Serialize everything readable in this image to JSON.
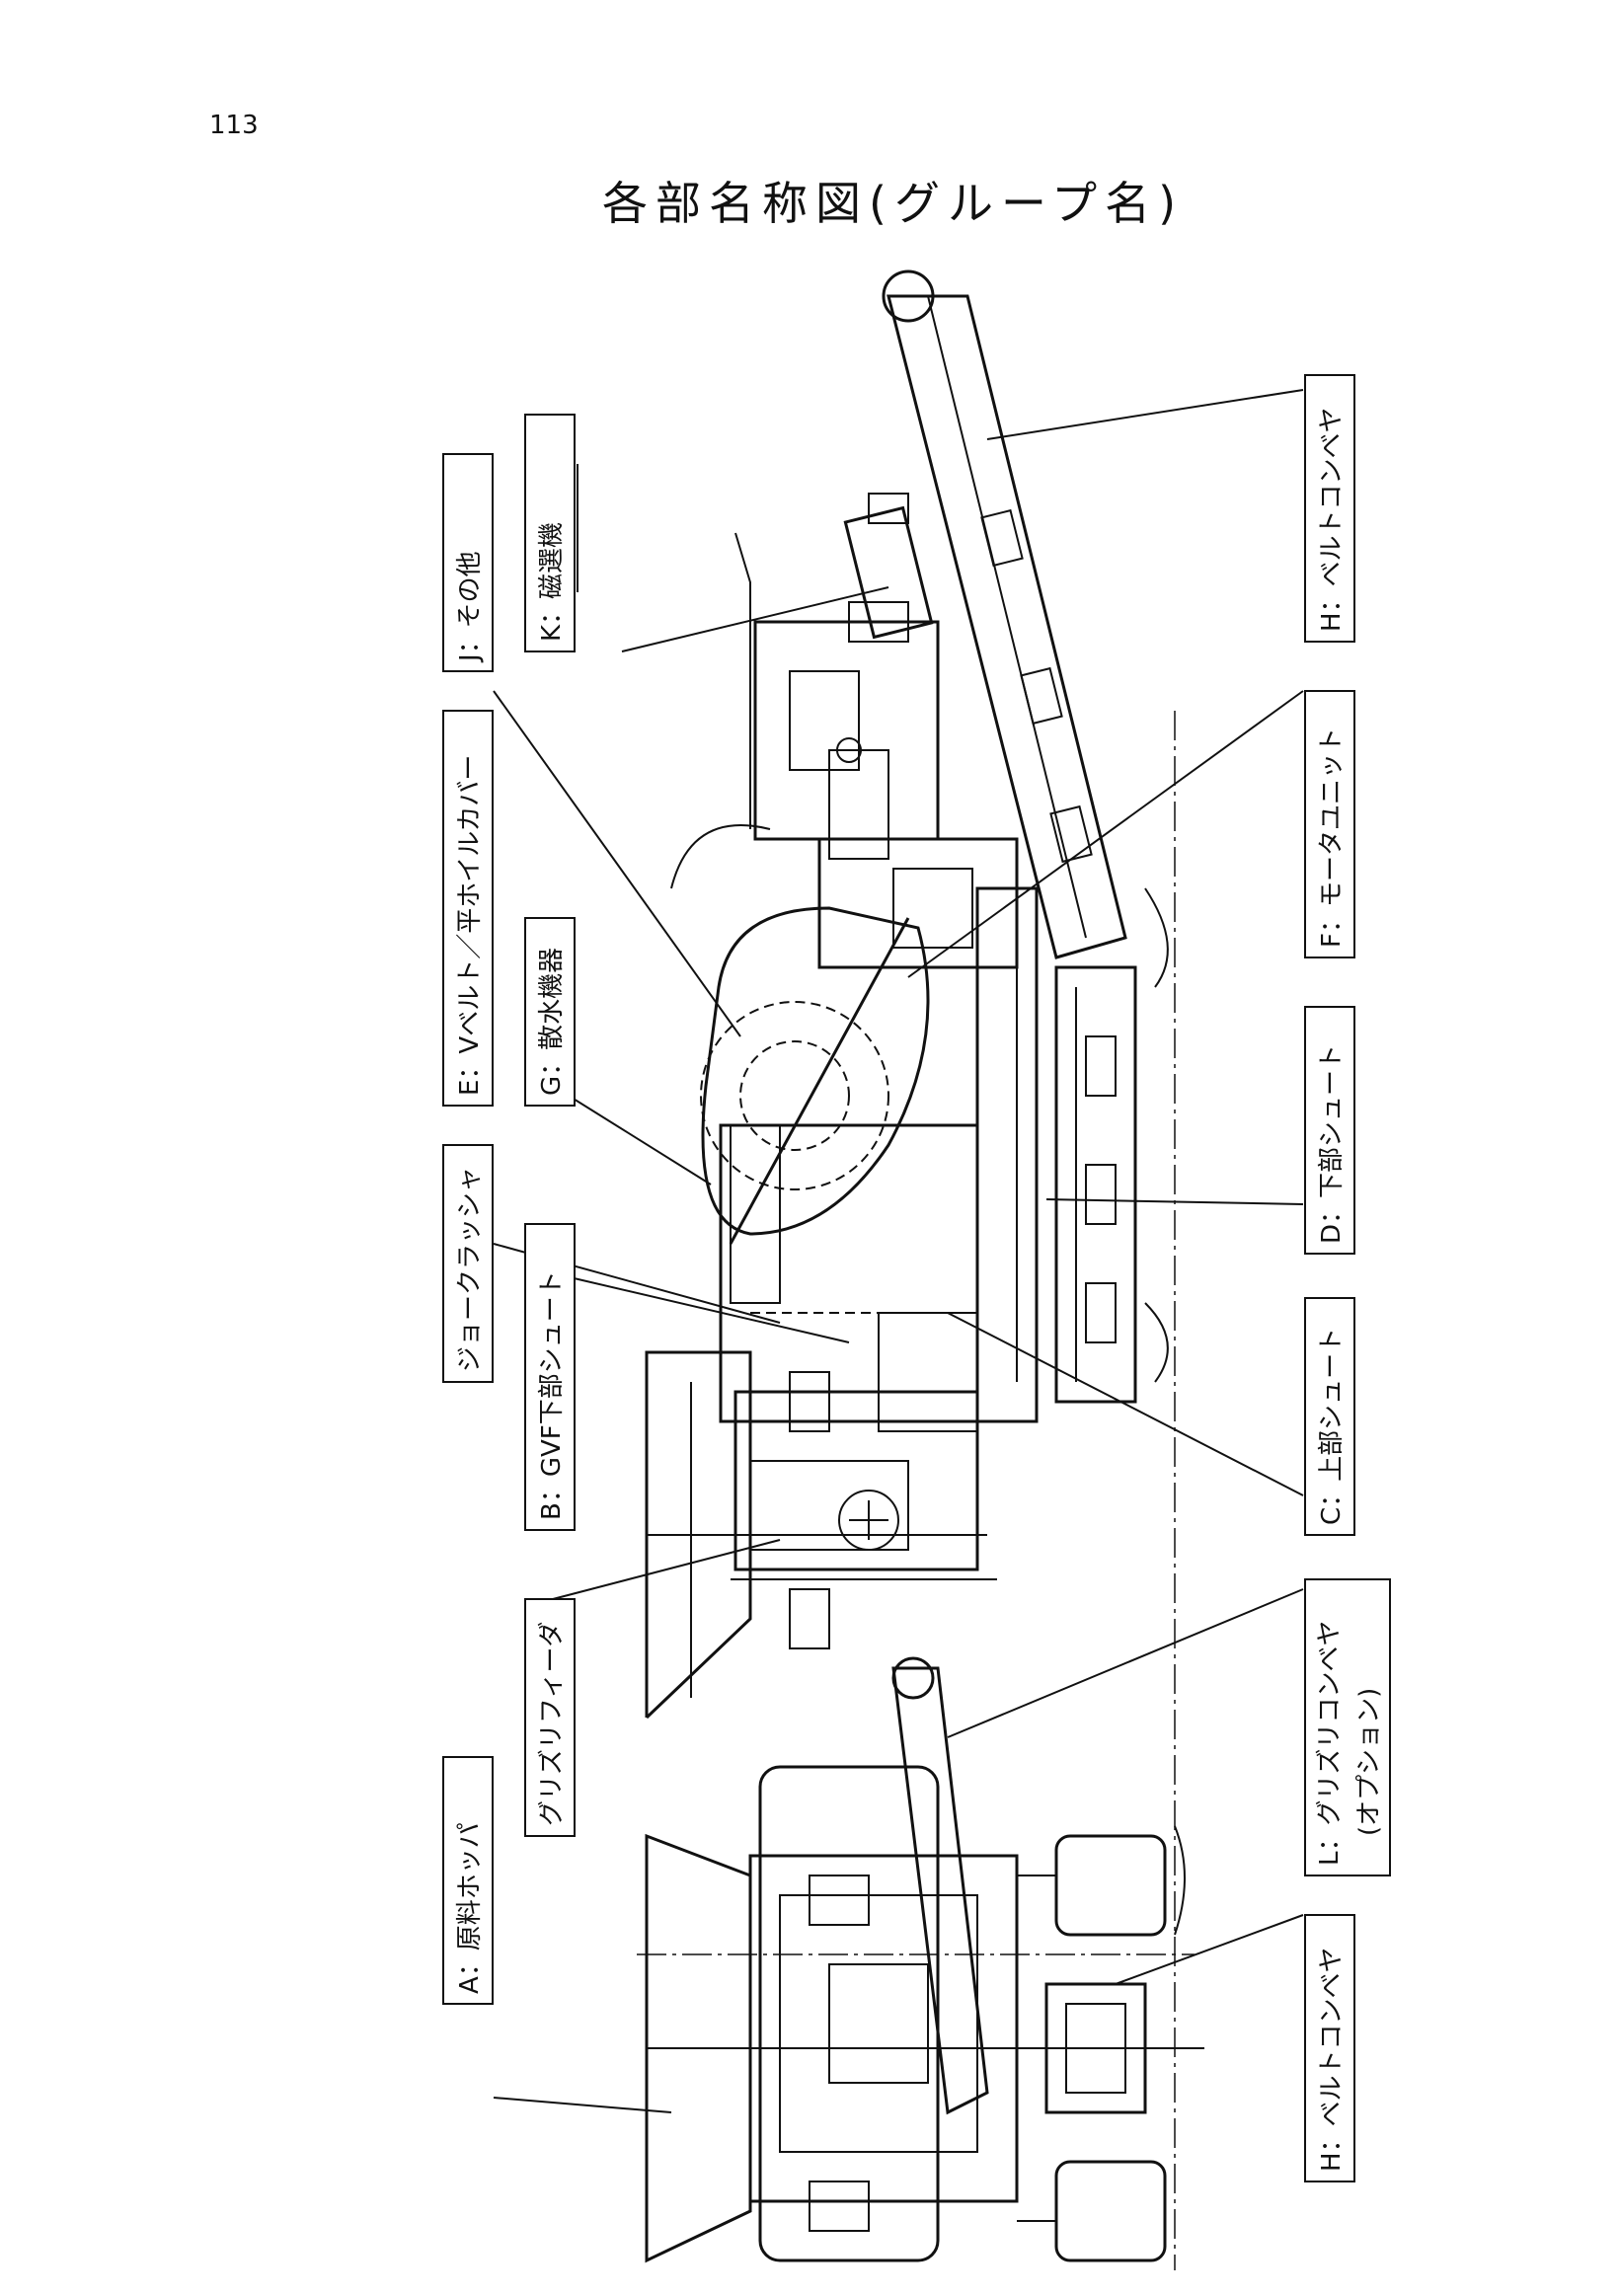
{
  "page": {
    "number": "113",
    "title": "各部名称図(グループ名)"
  },
  "labels": {
    "J": "J：その他",
    "K": "K：磁選機",
    "E": "E：Vベルト／平ホイルカバー",
    "G": "G：散水機器",
    "jaw": "ジョークラッシャ",
    "B": "B：GVF下部シュート",
    "grizzly_feeder": "グリズリフィーダ",
    "A": "A：原料ホッパ",
    "H_top": "H：ベルトコンベヤ",
    "F": "F：モータユニット",
    "D": "D：下部シュート",
    "C": "C：上部シュート",
    "L_line1": "L：グリズリコンベヤ",
    "L_line2": "(オプション)",
    "H_bottom": "H：ベルトコンベヤ"
  }
}
